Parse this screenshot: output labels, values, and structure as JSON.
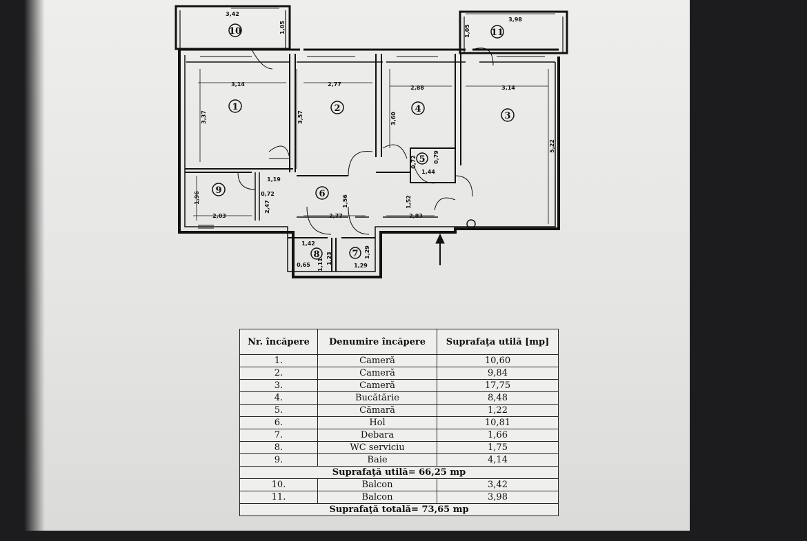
{
  "plan": {
    "rooms": [
      {
        "number": "10",
        "dim": "3,42"
      },
      {
        "number": "11",
        "dim": "3,98"
      },
      {
        "number": "1",
        "dim": "3,14"
      },
      {
        "number": "2",
        "dim": "2,77"
      },
      {
        "number": "4",
        "dim": "2,88"
      },
      {
        "number": "3",
        "dim": "3,14"
      },
      {
        "number": "5",
        "dim": "1,44"
      },
      {
        "number": "6",
        "dim": "2,77"
      },
      {
        "number": "9",
        "dim": "2,03"
      },
      {
        "number": "8",
        "dim": "1,42"
      },
      {
        "number": "7",
        "dim": "1,29"
      }
    ],
    "dimensions": {
      "room1_height": "3,37",
      "room2_height": "3,57",
      "room4_height": "3,60",
      "room3_height": "5,22",
      "room9_height": "1,96",
      "hall_height": "1,56",
      "hall_small": "1,19",
      "closet_a": "0,72",
      "closet_b": "2,47",
      "hall_right": "1,52",
      "hall_width": "2,83",
      "wc_small": "0,65",
      "wc_height": "1,11",
      "room7_height": "1,29",
      "room5_a": "0,72",
      "room5_b": "0,79",
      "balcony10_side": "1,05",
      "balcony11_side": "1,05",
      "room8_side": "1,23"
    }
  },
  "table": {
    "headers": {
      "number": "Nr. încăpere",
      "name": "Denumire încăpere",
      "area": "Suprafaţa utilă [mp]"
    },
    "rows": [
      {
        "nr": "1.",
        "name": "Cameră",
        "area": "10,60"
      },
      {
        "nr": "2.",
        "name": "Cameră",
        "area": "9,84"
      },
      {
        "nr": "3.",
        "name": "Cameră",
        "area": "17,75"
      },
      {
        "nr": "4.",
        "name": "Bucătărie",
        "area": "8,48"
      },
      {
        "nr": "5.",
        "name": "Cămară",
        "area": "1,22"
      },
      {
        "nr": "6.",
        "name": "Hol",
        "area": "10,81"
      },
      {
        "nr": "7.",
        "name": "Debara",
        "area": "1,66"
      },
      {
        "nr": "8.",
        "name": "WC serviciu",
        "area": "1,75"
      },
      {
        "nr": "9.",
        "name": "Baie",
        "area": "4,14"
      }
    ],
    "useful_total": "Suprafaţă utilă= 66,25 mp",
    "balconies": [
      {
        "nr": "10.",
        "name": "Balcon",
        "area": "3,42"
      },
      {
        "nr": "11.",
        "name": "Balcon",
        "area": "3,98"
      }
    ],
    "grand_total": "Suprafaţă totală= 73,65 mp"
  }
}
